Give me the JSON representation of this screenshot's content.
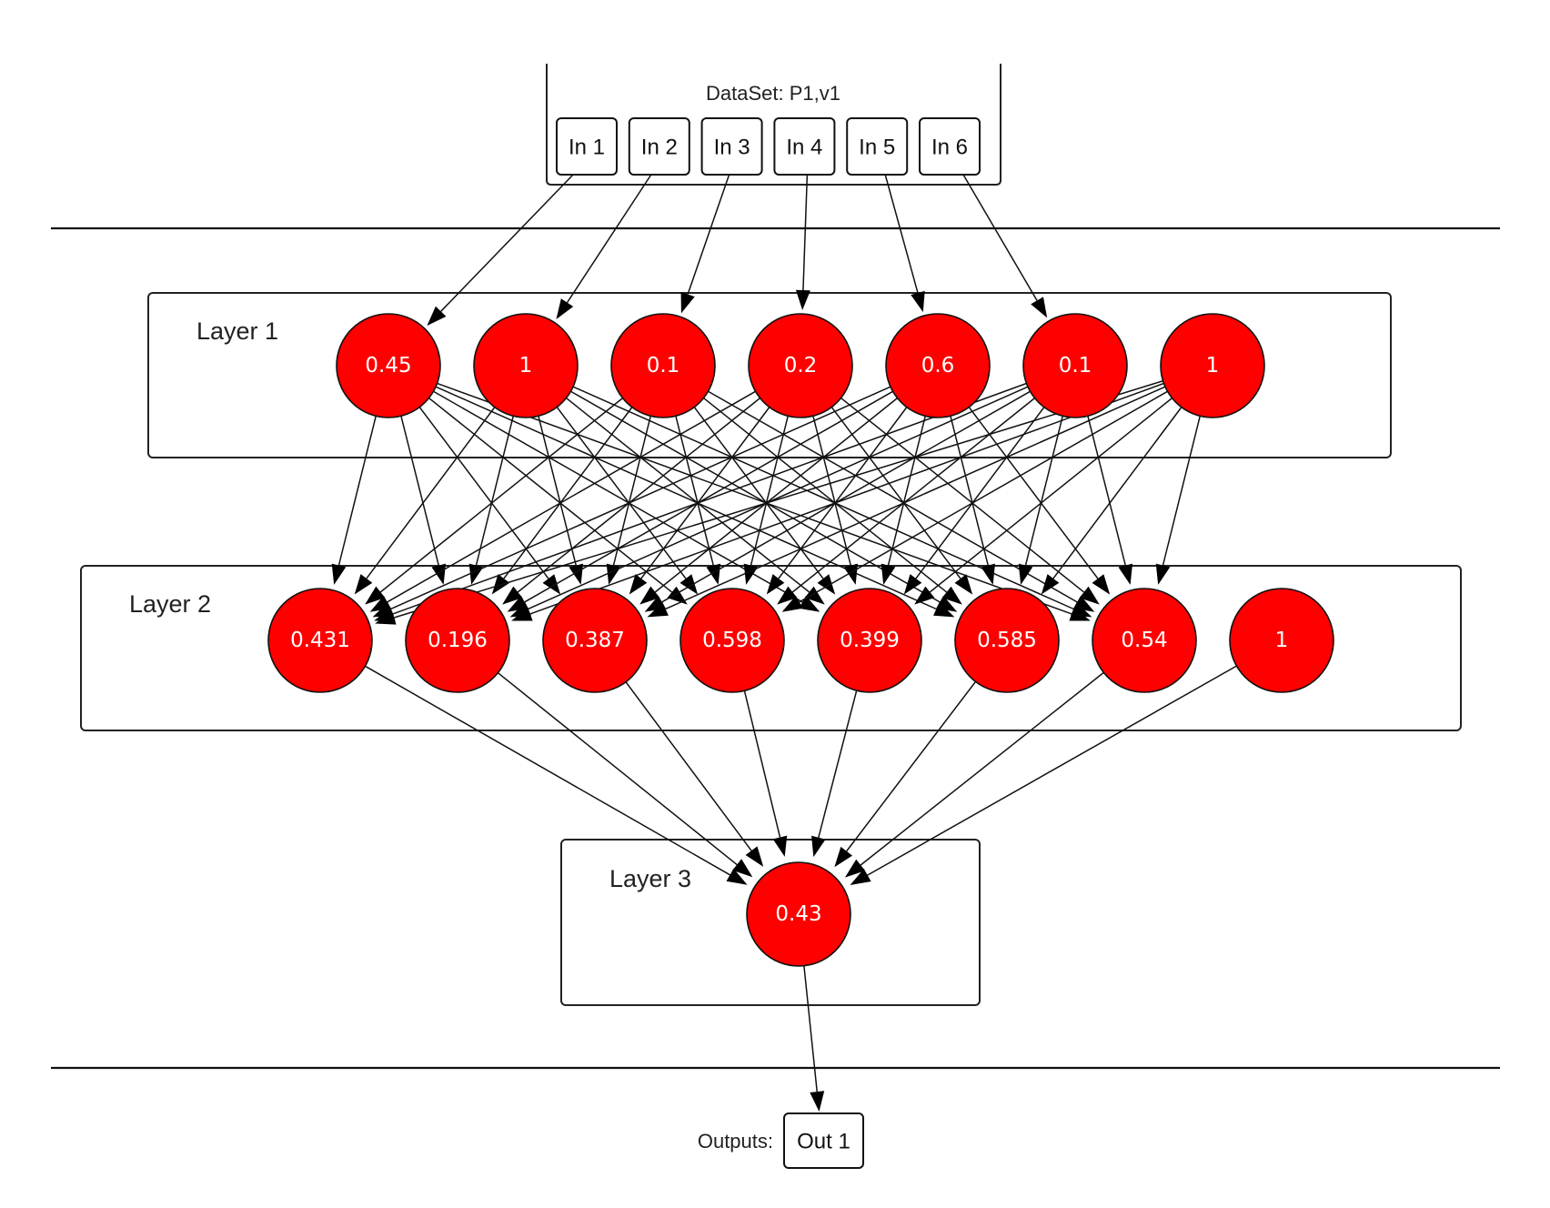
{
  "dataset": {
    "title": "DataSet: P1,v1",
    "inputs": [
      "In 1",
      "In 2",
      "In 3",
      "In 4",
      "In 5",
      "In 6"
    ]
  },
  "layers": [
    {
      "label": "Layer 1",
      "nodes": [
        "0.45",
        "1",
        "0.1",
        "0.2",
        "0.6",
        "0.1",
        "1"
      ]
    },
    {
      "label": "Layer 2",
      "nodes": [
        "0.431",
        "0.196",
        "0.387",
        "0.598",
        "0.399",
        "0.585",
        "0.54",
        "1"
      ]
    },
    {
      "label": "Layer 3",
      "nodes": [
        "0.43"
      ]
    }
  ],
  "outputs": {
    "label": "Outputs:",
    "items": [
      "Out 1"
    ]
  },
  "connections": {
    "input_to_layer1": [
      [
        0,
        0
      ],
      [
        1,
        1
      ],
      [
        2,
        2
      ],
      [
        3,
        3
      ],
      [
        4,
        4
      ],
      [
        5,
        5
      ]
    ],
    "layer1_to_layer2": "all layer 1 nodes to layer 2 nodes 1-7 (node 8 is bias, no inputs)",
    "layer2_to_layer3": "all layer 2 nodes to layer 3 node 1",
    "layer3_to_output": [
      [
        0,
        0
      ]
    ]
  },
  "colors": {
    "node_fill": "#ff0000",
    "node_text": "#ffffff",
    "line": "#111111"
  }
}
